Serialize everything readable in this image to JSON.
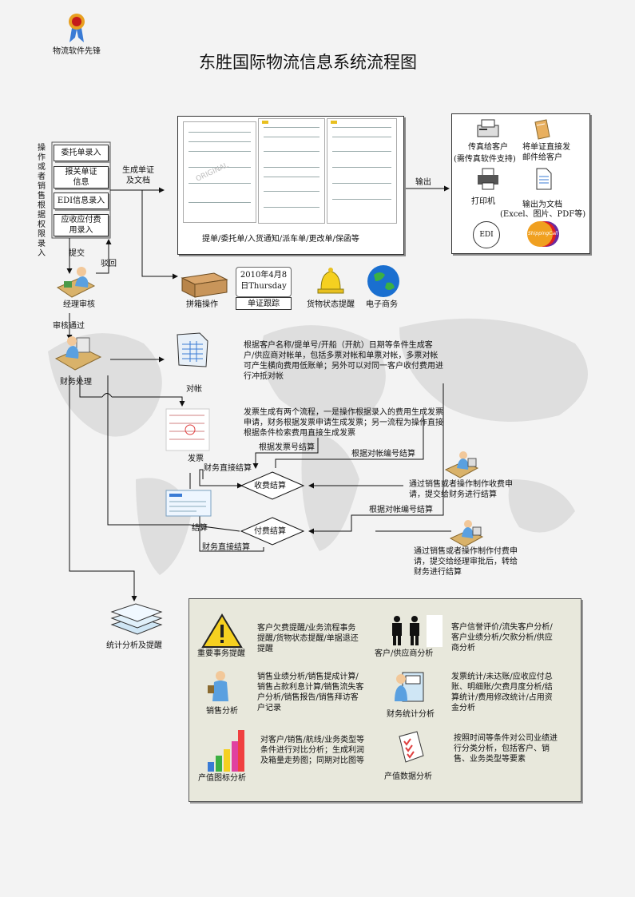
{
  "header": {
    "logo_caption": "物流软件先锋",
    "title": "东胜国际物流信息系统流程图"
  },
  "left_panel": {
    "vertical_label": "操作或者销售根据权限录入",
    "boxes": [
      "委托单录入",
      "报关单证信息",
      "EDI信息录入",
      "应收应付费用录入"
    ],
    "submit": "提交",
    "reject": "驳回",
    "manager_review": "经理审核",
    "review_passed": "审核通过",
    "finance": "财务处理"
  },
  "documents": {
    "gen_label": "生成单证及文档",
    "caption": "提单/委托单/入货通知/派车单/更改单/保函等",
    "output": "输出"
  },
  "output_box": {
    "fax": "传真给客户",
    "fax_note": "(需传真软件支持)",
    "email": "将单证直接发邮件给客户",
    "printer": "打印机",
    "export": "输出为文档",
    "export_note": "(Excel、图片、PDF等)",
    "edi": "EDI",
    "logo_text": "ShippingCall"
  },
  "middle_row": {
    "consolidation": "拼箱操作",
    "date_line1": "2010年4月8",
    "date_line2": "日Thursday",
    "tracking": "单证跟踪",
    "cargo_alert": "货物状态提醒",
    "ecommerce": "电子商务"
  },
  "finance_flow": {
    "statement": "对帐",
    "statement_desc": "根据客户名称/提单号/开船（开航）日期等条件生成客户/供应商对帐单，包括多票对帐和单票对帐，多票对帐可产生横向费用低账单；另外可以对同一客户收付费用进行冲抵对帐",
    "invoice": "发票",
    "invoice_desc": "发票生成有两个流程，一是操作根据录入的费用生成发票申请，财务根据发票申请生成发票；另一流程为操作直接根据条件检索费用直接生成发票",
    "by_invoice_no": "根据发票号结算",
    "by_statement_no_1": "根据对帐编号结算",
    "direct_settle_1": "财务直接结算",
    "receipt_settle": "收费结算",
    "receipt_note": "通过销售或者操作制作收费申请，提交给财务进行结算",
    "by_statement_no_2": "根据对帐编号结算",
    "settle": "结算",
    "payment_settle": "付费结算",
    "direct_settle_2": "财务直接结算",
    "payment_note": "通过销售或者操作制作付费申请，提交给经理审批后，转给财务进行结算",
    "stats": "统计分析及提醒"
  },
  "analysis": [
    {
      "label": "重要事务提醒",
      "desc": "客户欠费提醒/业务流程事务提醒/货物状态提醒/单据退还提醒"
    },
    {
      "label": "客户/供应商分析",
      "desc": "客户信誉评价/流失客户分析/客户业绩分析/欠款分析/供应商分析"
    },
    {
      "label": "销售分析",
      "desc": "销售业绩分析/销售提成计算/销售占款利息计算/销售流失客户分析/销售报告/销售拜访客户记录"
    },
    {
      "label": "财务统计分析",
      "desc": "发票统计/未达账/应收应付总账、明细账/欠费月度分析/结算统计/费用修改统计/占用资金分析"
    },
    {
      "label": "产值图标分析",
      "desc": "对客户/销售/航线/业务类型等条件进行对比分析；生成利润及箱量走势图；同期对比图等"
    },
    {
      "label": "产值数据分析",
      "desc": "按照时间等条件对公司业绩进行分类分析，包括客户、销售、业务类型等要素"
    }
  ],
  "colors": {
    "panel_bg": "#e8e8dc",
    "accent_orange": "#e8a020",
    "globe_blue": "#1a6fd0"
  }
}
